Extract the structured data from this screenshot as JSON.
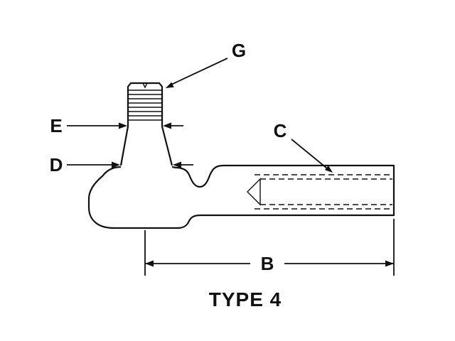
{
  "diagram": {
    "title": "TYPE 4",
    "labels": {
      "g": "G",
      "e": "E",
      "d": "D",
      "c": "C",
      "b": "B"
    },
    "line_color": "#111111",
    "background_color": "#ffffff"
  }
}
